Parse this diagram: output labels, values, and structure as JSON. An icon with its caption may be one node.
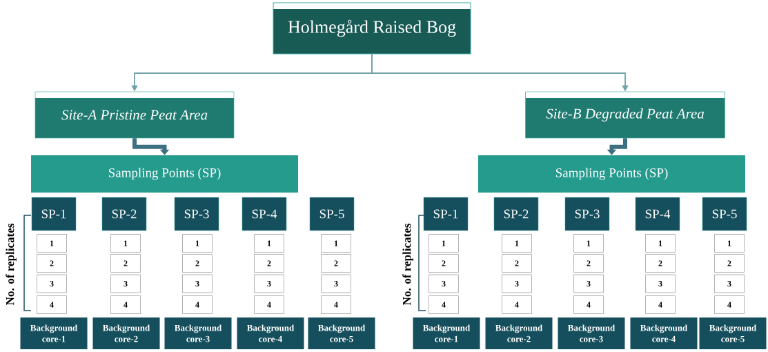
{
  "diagram": {
    "nodes": [
      {
        "text": [
          "Holmegård Raised Bog"
        ]
      },
      {
        "text": [
          "Site-A Pristine Peat Area"
        ]
      },
      {
        "text": [
          "Site-B Degraded Peat Area"
        ]
      },
      {
        "text": [
          "Sampling Points (SP)"
        ]
      },
      {
        "text": [
          "Sampling Points (SP)"
        ]
      },
      {
        "text": [
          "SP-1"
        ]
      },
      {
        "text": [
          "1"
        ]
      },
      {
        "text": [
          "2"
        ]
      },
      {
        "text": [
          "3"
        ]
      },
      {
        "text": [
          "4"
        ]
      },
      {
        "text": [
          "Background core-1"
        ]
      },
      {
        "text": [
          "SP-2"
        ]
      },
      {
        "text": [
          "1"
        ]
      },
      {
        "text": [
          "2"
        ]
      },
      {
        "text": [
          "3"
        ]
      },
      {
        "text": [
          "4"
        ]
      },
      {
        "text": [
          "Background core-2"
        ]
      },
      {
        "text": [
          "SP-3"
        ]
      },
      {
        "text": [
          "1"
        ]
      },
      {
        "text": [
          "2"
        ]
      },
      {
        "text": [
          "3"
        ]
      },
      {
        "text": [
          "4"
        ]
      },
      {
        "text": [
          "Background core-3"
        ]
      },
      {
        "text": [
          "SP-4"
        ]
      },
      {
        "text": [
          "1"
        ]
      },
      {
        "text": [
          "2"
        ]
      },
      {
        "text": [
          "3"
        ]
      },
      {
        "text": [
          "4"
        ]
      },
      {
        "text": [
          "Background core-4"
        ]
      },
      {
        "text": [
          "SP-5"
        ]
      },
      {
        "text": [
          "1"
        ]
      },
      {
        "text": [
          "2"
        ]
      },
      {
        "text": [
          "3"
        ]
      },
      {
        "text": [
          "4"
        ]
      },
      {
        "text": [
          "Background core-5"
        ]
      },
      {
        "text": [
          "SP-1"
        ]
      },
      {
        "text": [
          "1"
        ]
      },
      {
        "text": [
          "2"
        ]
      },
      {
        "text": [
          "3"
        ]
      },
      {
        "text": [
          "4"
        ]
      },
      {
        "text": [
          "Background core-1"
        ]
      },
      {
        "text": [
          "SP-2"
        ]
      },
      {
        "text": [
          "1"
        ]
      },
      {
        "text": [
          "2"
        ]
      },
      {
        "text": [
          "3"
        ]
      },
      {
        "text": [
          "4"
        ]
      },
      {
        "text": [
          "Background core-2"
        ]
      },
      {
        "text": [
          "SP-3"
        ]
      },
      {
        "text": [
          "1"
        ]
      },
      {
        "text": [
          "2"
        ]
      },
      {
        "text": [
          "3"
        ]
      },
      {
        "text": [
          "4"
        ]
      },
      {
        "text": [
          "Background core-3"
        ]
      },
      {
        "text": [
          "SP-4"
        ]
      },
      {
        "text": [
          "1"
        ]
      },
      {
        "text": [
          "2"
        ]
      },
      {
        "text": [
          "3"
        ]
      },
      {
        "text": [
          "4"
        ]
      },
      {
        "text": [
          "Background core-4"
        ]
      },
      {
        "text": [
          "SP-5"
        ]
      },
      {
        "text": [
          "1"
        ]
      },
      {
        "text": [
          "2"
        ]
      },
      {
        "text": [
          "3"
        ]
      },
      {
        "text": [
          "4"
        ]
      },
      {
        "text": [
          "Background core-5"
        ]
      }
    ],
    "edges": [
      {
        "from": 0,
        "to": 1,
        "arrow": "to"
      },
      {
        "from": 0,
        "to": 2,
        "arrow": "to"
      },
      {
        "from": 1,
        "to": 3,
        "arrow": "to",
        "style": "thick",
        "color": "#3d7080"
      },
      {
        "from": 2,
        "to": 4,
        "arrow": "to",
        "style": "thick",
        "color": "#3d7080"
      }
    ],
    "labels": [
      "No. of replicates",
      "No. of replicates"
    ]
  }
}
